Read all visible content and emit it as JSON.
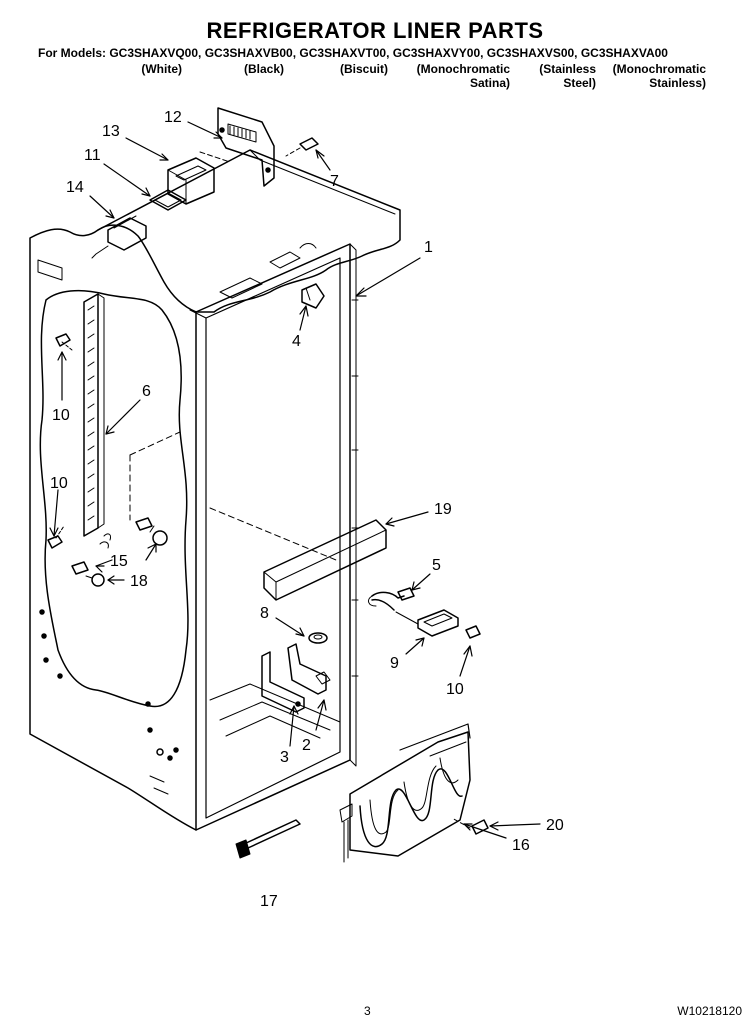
{
  "header": {
    "title": "REFRIGERATOR LINER PARTS",
    "models_line": "For Models: GC3SHAXVQ00, GC3SHAXVB00, GC3SHAXVT00, GC3SHAXVY00, GC3SHAXVS00, GC3SHAXVA00",
    "variants": [
      {
        "line1": "(White)",
        "line2": ""
      },
      {
        "line1": "(Black)",
        "line2": ""
      },
      {
        "line1": "(Biscuit)",
        "line2": ""
      },
      {
        "line1": "(Monochromatic",
        "line2": "Satina)"
      },
      {
        "line1": "(Stainless",
        "line2": "Steel)"
      },
      {
        "line1": "(Monochromatic",
        "line2": "Stainless)"
      }
    ]
  },
  "callouts": [
    {
      "id": "c1",
      "label": "1"
    },
    {
      "id": "c2",
      "label": "2"
    },
    {
      "id": "c3",
      "label": "3"
    },
    {
      "id": "c4",
      "label": "4"
    },
    {
      "id": "c5",
      "label": "5"
    },
    {
      "id": "c6",
      "label": "6"
    },
    {
      "id": "c7",
      "label": "7"
    },
    {
      "id": "c8",
      "label": "8"
    },
    {
      "id": "c9",
      "label": "9"
    },
    {
      "id": "c10a",
      "label": "10"
    },
    {
      "id": "c10b",
      "label": "10"
    },
    {
      "id": "c10c",
      "label": "10"
    },
    {
      "id": "c11",
      "label": "11"
    },
    {
      "id": "c12",
      "label": "12"
    },
    {
      "id": "c13",
      "label": "13"
    },
    {
      "id": "c14",
      "label": "14"
    },
    {
      "id": "c15",
      "label": "15"
    },
    {
      "id": "c16",
      "label": "16"
    },
    {
      "id": "c17",
      "label": "17"
    },
    {
      "id": "c18",
      "label": "18"
    },
    {
      "id": "c19",
      "label": "19"
    },
    {
      "id": "c20",
      "label": "20"
    }
  ],
  "footer": {
    "page_number": "3",
    "document_number": "W10218120"
  }
}
